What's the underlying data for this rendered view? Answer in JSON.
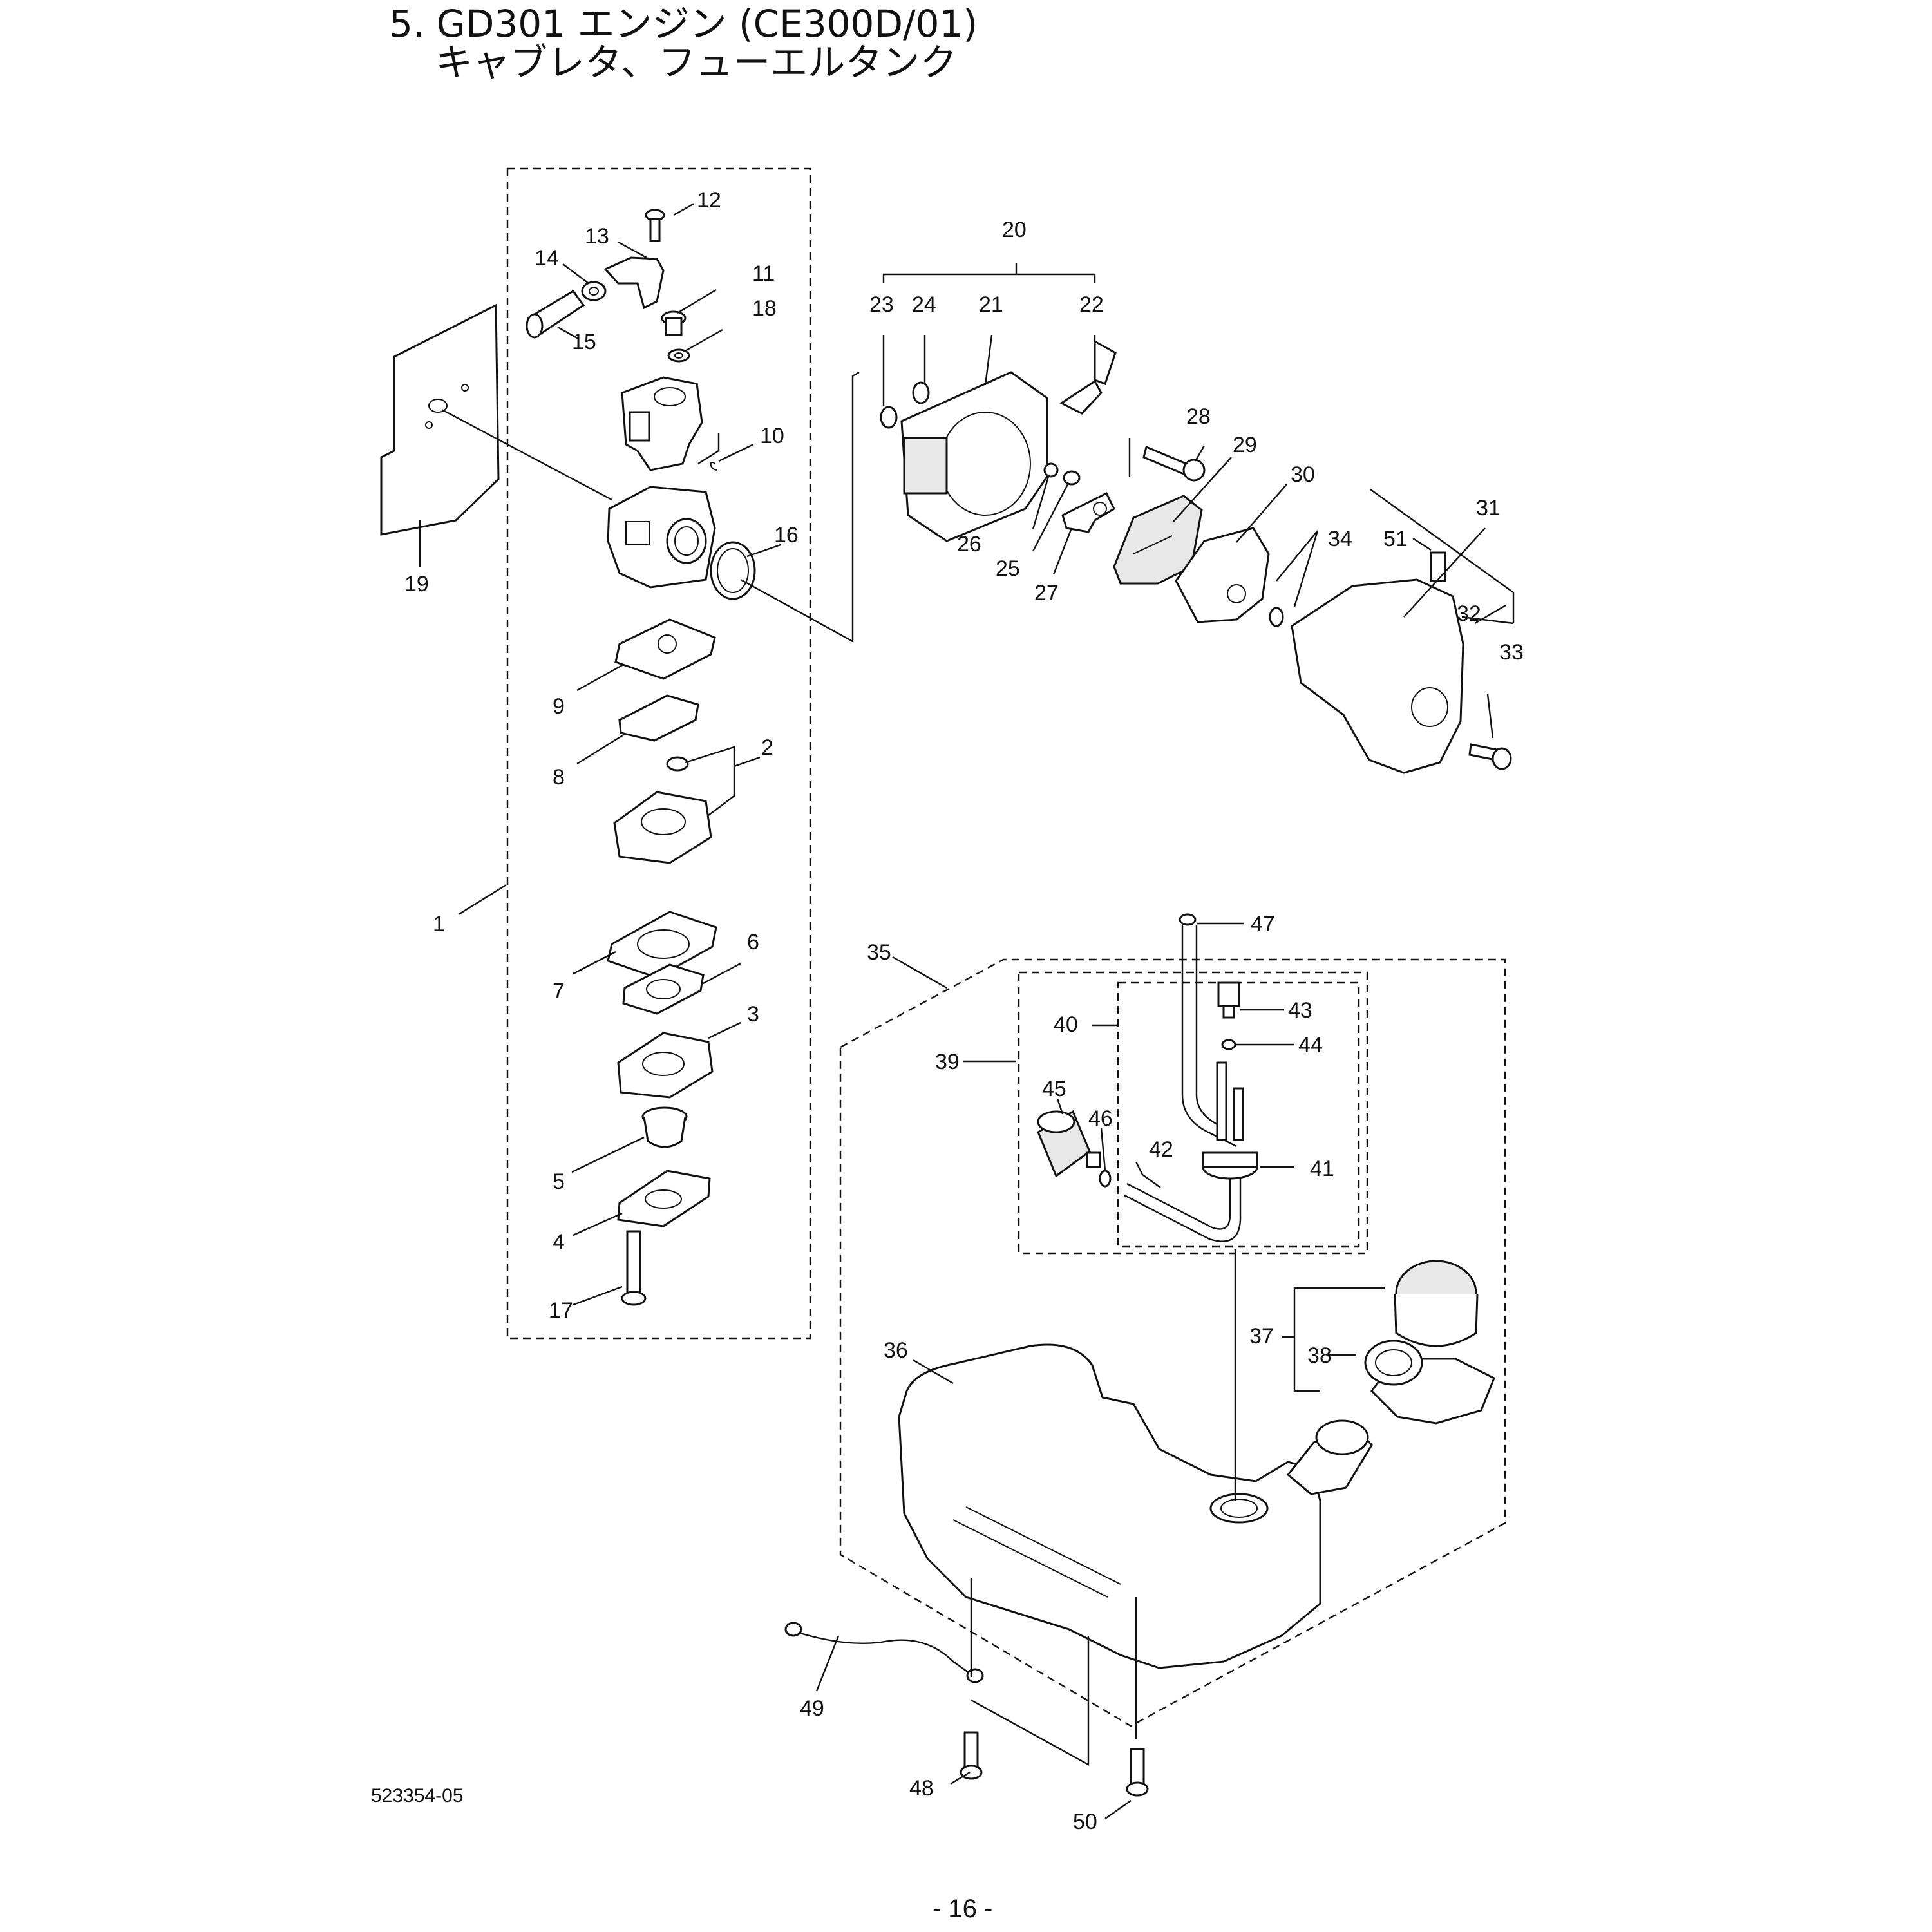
{
  "title": {
    "line1": "5. GD301 エンジン (CE300D/01)",
    "line2": "キャブレタ、フューエルタンク"
  },
  "footer": {
    "doc_number": "523354-05",
    "page_number": "- 16 -"
  },
  "callouts": [
    "1",
    "2",
    "3",
    "4",
    "5",
    "6",
    "7",
    "8",
    "9",
    "10",
    "11",
    "12",
    "13",
    "14",
    "15",
    "16",
    "17",
    "18",
    "19",
    "20",
    "21",
    "22",
    "23",
    "24",
    "25",
    "26",
    "27",
    "28",
    "29",
    "30",
    "31",
    "32",
    "33",
    "34",
    "35",
    "36",
    "37",
    "38",
    "39",
    "40",
    "41",
    "42",
    "43",
    "44",
    "45",
    "46",
    "47",
    "48",
    "49",
    "50",
    "51"
  ]
}
